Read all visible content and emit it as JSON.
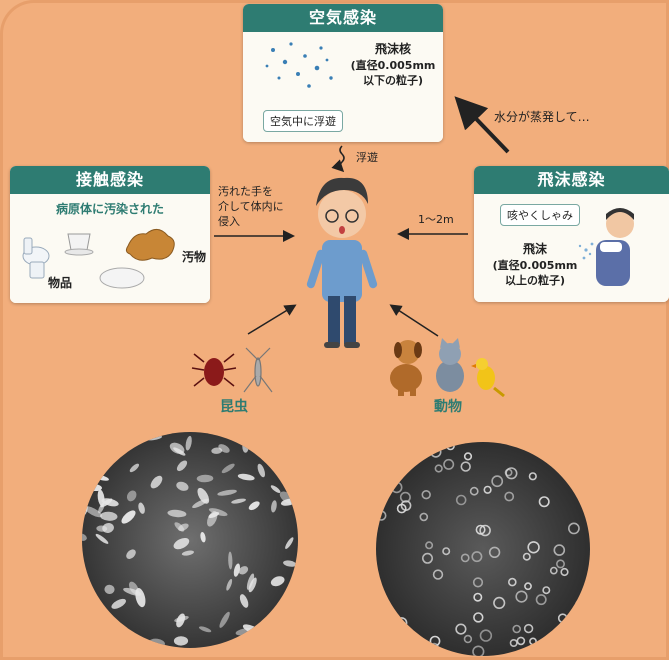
{
  "airborne": {
    "title": "空気感染",
    "nucleus_label": "飛沫核",
    "nucleus_size": "(直径0.005mm",
    "nucleus_size2": "以下の粒子)",
    "bubble": "空気中に浮遊"
  },
  "floating_label": "浮遊",
  "evaporation_label": "水分が蒸発して…",
  "contact": {
    "title": "接触感染",
    "subtitle": "病原体に汚染された",
    "items_label": "物品",
    "dirt_label": "汚物"
  },
  "contact_arrow_text": [
    "汚れた手を",
    "介して体内に",
    "侵入"
  ],
  "droplet": {
    "title": "飛沫感染",
    "bubble": "咳やくしゃみ",
    "droplet_label": "飛沫",
    "droplet_size": "(直径0.005mm",
    "droplet_size2": "以上の粒子)"
  },
  "distance_label": "1〜2m",
  "insects_label": "昆虫",
  "animals_label": "動物",
  "colors": {
    "background": "#f2ae7c",
    "header_teal": "#2e7c72",
    "card_body": "#fcfaf3",
    "label_green": "#2e7c72"
  }
}
